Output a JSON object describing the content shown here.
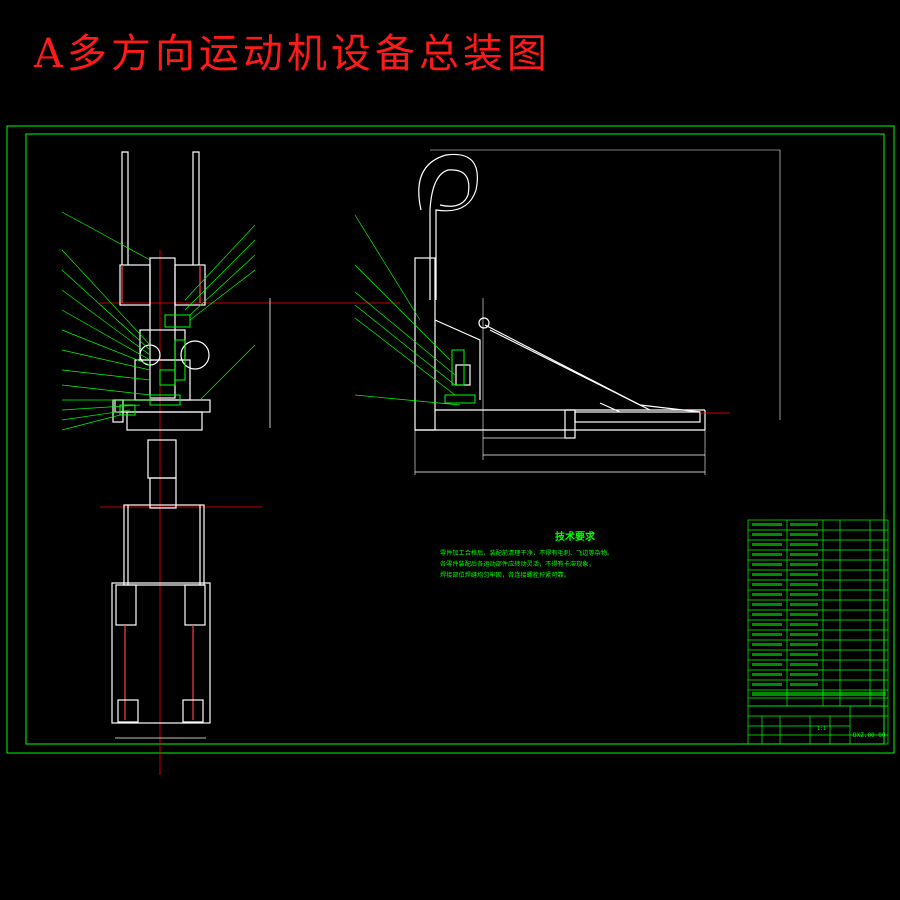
{
  "title": "A多方向运动机设备总装图",
  "tech": {
    "heading": "技术要求",
    "lines": [
      "零件加工合格后，装配前清理干净，不得有毛刺、飞边等杂物。",
      "各零件装配后各运动部件应转动灵活，不得有卡滞现象，",
      "焊接部位焊缝均匀牢固，各连接螺栓拧紧可靠。"
    ]
  },
  "title_block": {
    "scale": "1:1",
    "drawing_no": "DXZ.00-00"
  },
  "colors": {
    "background": "#000000",
    "frame": "#00ff00",
    "parts": "#ffffff",
    "centerline": "#ff0000",
    "title": "#ff1a1a"
  }
}
